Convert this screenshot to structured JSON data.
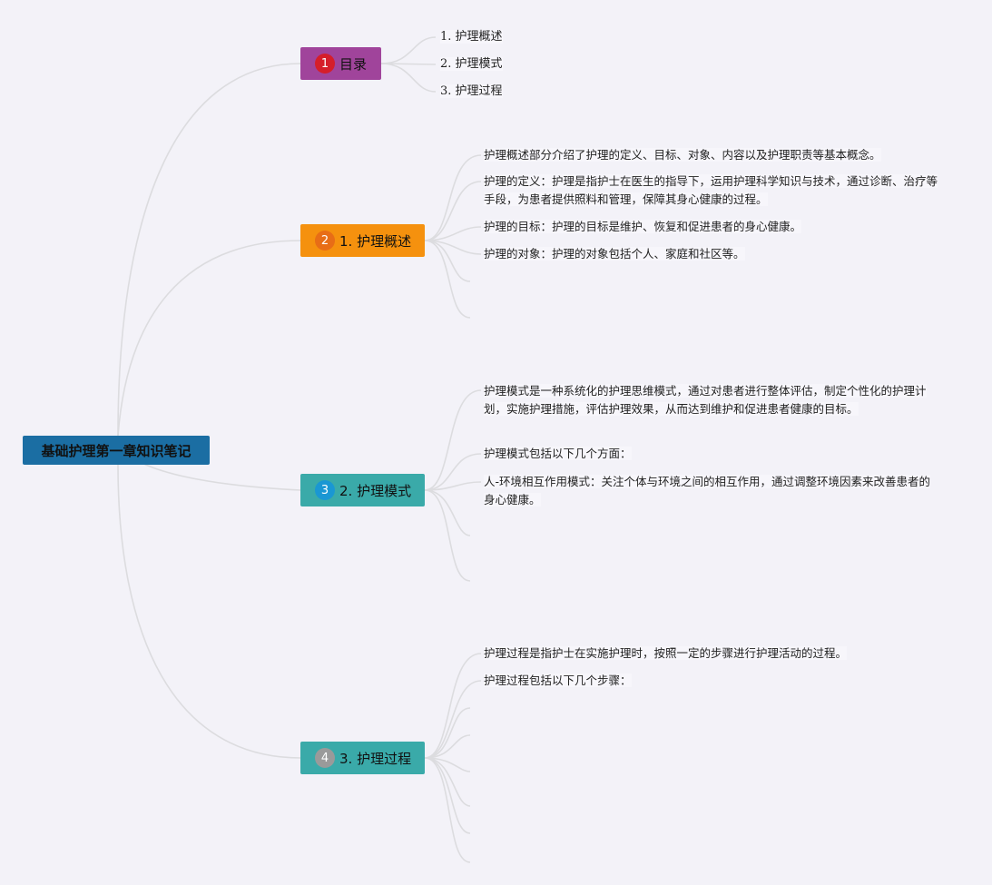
{
  "root": {
    "label": "基础护理第一章知识笔记",
    "color": "#1b6ea3"
  },
  "branches": [
    {
      "label": "目录",
      "badge": "1",
      "badge_color": "#d51e2a",
      "box_color": "#a0449b",
      "leaves": [
        "1. 护理概述",
        "2. 护理模式",
        "3. 护理过程"
      ]
    },
    {
      "label": "1. 护理概述",
      "badge": "2",
      "badge_color": "#e86d16",
      "box_color": "#f5910e",
      "leaves": [
        "护理概述部分介绍了护理的定义、目标、对象、内容以及护理职责等基本概念。",
        "护理的定义：护理是指护士在医生的指导下，运用护理科学知识与技术，通过诊断、治疗等手段，为患者提供照料和管理，保障其身心健康的过程。",
        "护理的目标：护理的目标是维护、恢复和促进患者的身心健康。",
        "护理的对象：护理的对象包括个人、家庭和社区等。"
      ]
    },
    {
      "label": "2. 护理模式",
      "badge": "3",
      "badge_color": "#1a97d3",
      "box_color": "#3aaaa9",
      "leaves": [
        "护理模式是一种系统化的护理思维模式，通过对患者进行整体评估，制定个性化的护理计划，实施护理措施，评估护理效果，从而达到维护和促进患者健康的目标。",
        "护理模式包括以下几个方面：",
        "人-环境相互作用模式：关注个体与环境之间的相互作用，通过调整环境因素来改善患者的身心健康。"
      ]
    },
    {
      "label": "3. 护理过程",
      "badge": "4",
      "badge_color": "#9a9a9a",
      "box_color": "#3aaaa9",
      "leaves": [
        "护理过程是指护士在实施护理时，按照一定的步骤进行护理活动的过程。",
        "护理过程包括以下几个步骤："
      ]
    }
  ]
}
